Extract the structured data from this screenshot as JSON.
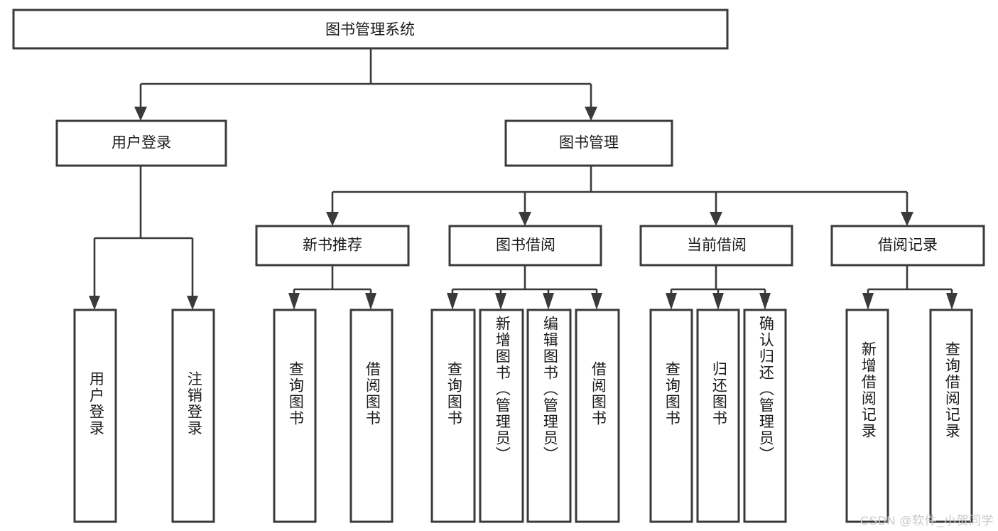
{
  "diagram": {
    "type": "tree-hierarchy-flowchart",
    "title_node": {
      "label": "图书管理系统"
    },
    "level2": [
      {
        "id": "user-login",
        "label": "用户登录"
      },
      {
        "id": "book-manage",
        "label": "图书管理"
      }
    ],
    "level3": [
      {
        "id": "new-book-recommend",
        "label": "新书推荐",
        "parent": "book-manage"
      },
      {
        "id": "book-borrow",
        "label": "图书借阅",
        "parent": "book-manage"
      },
      {
        "id": "current-borrow",
        "label": "当前借阅",
        "parent": "book-manage"
      },
      {
        "id": "borrow-record",
        "label": "借阅记录",
        "parent": "book-manage"
      }
    ],
    "leaves": [
      {
        "id": "leaf-user-login",
        "label": "用户登录",
        "parent": "user-login"
      },
      {
        "id": "leaf-logout-login",
        "label": "注销登录",
        "parent": "user-login"
      },
      {
        "id": "leaf-query-book-1",
        "label": "查询图书",
        "parent": "new-book-recommend"
      },
      {
        "id": "leaf-borrow-book-1",
        "label": "借阅图书",
        "parent": "new-book-recommend"
      },
      {
        "id": "leaf-query-book-2",
        "label": "查询图书",
        "parent": "book-borrow"
      },
      {
        "id": "leaf-add-book",
        "label": "新增图书（管理员）",
        "parent": "book-borrow"
      },
      {
        "id": "leaf-edit-book",
        "label": "编辑图书（管理员）",
        "parent": "book-borrow"
      },
      {
        "id": "leaf-borrow-book-2",
        "label": "借阅图书",
        "parent": "book-borrow"
      },
      {
        "id": "leaf-query-book-3",
        "label": "查询图书",
        "parent": "current-borrow"
      },
      {
        "id": "leaf-return-book",
        "label": "归还图书",
        "parent": "current-borrow"
      },
      {
        "id": "leaf-confirm-return",
        "label": "确认归还（管理员）",
        "parent": "current-borrow"
      },
      {
        "id": "leaf-add-record",
        "label": "新增借阅记录",
        "parent": "borrow-record"
      },
      {
        "id": "leaf-query-record",
        "label": "查询借阅记录",
        "parent": "borrow-record"
      }
    ],
    "colors": {
      "box_stroke": "#3a3a3a",
      "box_fill": "#ffffff",
      "connector": "#3a3a3a",
      "text": "#1a1a1a",
      "watermark": "#c9c9c9",
      "background": "#ffffff"
    }
  },
  "watermark": {
    "text": "CSDN @软件_小贺同学"
  }
}
